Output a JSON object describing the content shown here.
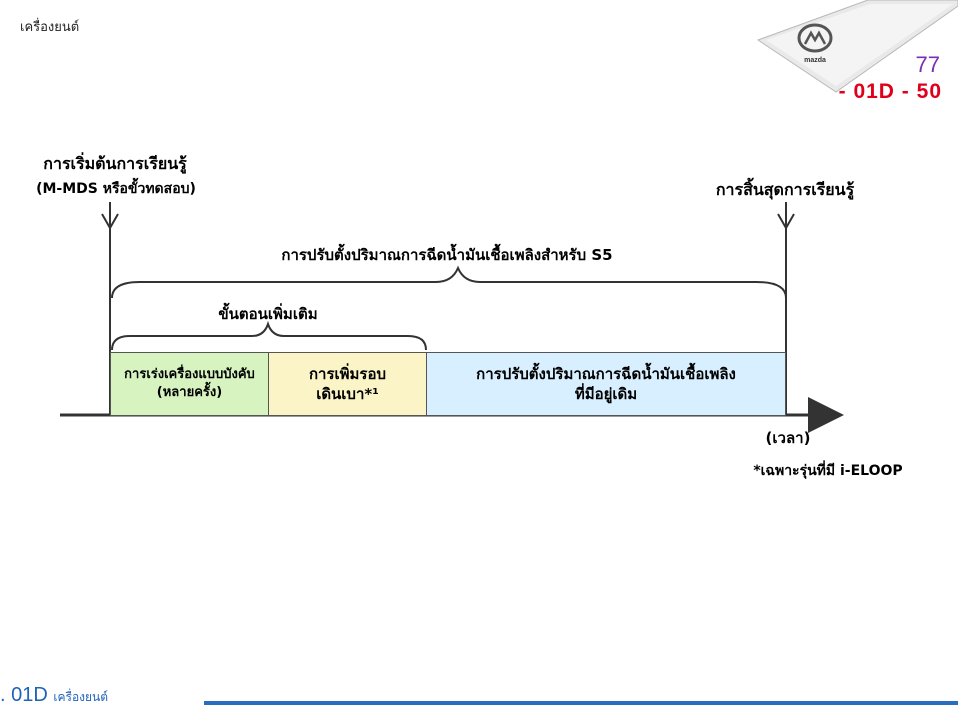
{
  "header": {
    "title": "เครื่องยนต์",
    "page_number": "77",
    "page_code": "- 01D - 50"
  },
  "logo": {
    "brand": "mazda"
  },
  "diagram": {
    "start_label": "การเริ่มต้นการเรียนรู้",
    "start_sub_label": "(M-MDS หรือขั้วทดสอบ)",
    "end_label": "การสิ้นสุดการเรียนรู้",
    "overall_brace_label": "การปรับตั้งปริมาณการฉีดน้ำมันเชื้อเพลิงสำหรับ S5",
    "additional_brace_label": "ขั้นตอนเพิ่มเติม",
    "steps": [
      {
        "line1": "การเร่งเครื่องแบบบังคับ",
        "line2": "(หลายครั้ง)",
        "color": "#d6f3c0"
      },
      {
        "line1": "การเพิ่มรอบ",
        "line2": "เดินเบา*¹",
        "color": "#fbf4c6"
      },
      {
        "line1": "การปรับตั้งปริมาณการฉีดน้ำมันเชื้อเพลิง",
        "line2": "ที่มีอยู่เดิม",
        "color": "#d8efff"
      }
    ],
    "time_axis_label": "(เวลา)",
    "footnote": "*เฉพาะรุ่นที่มี i-ELOOP"
  },
  "footer": {
    "code": ". 01D",
    "section": "เครื่องยนต์",
    "accent_color": "#2a6cbf"
  }
}
